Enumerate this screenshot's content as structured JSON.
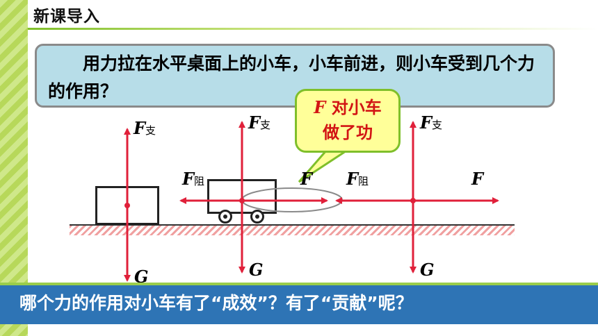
{
  "header": {
    "title": "新课导入"
  },
  "question": {
    "text": "用力拉在水平桌面上的小车，小车前进，则小车受到几个力的作用？"
  },
  "callout": {
    "f": "F",
    "line1_rest": " 对小车",
    "line2": "做了功"
  },
  "diagram": {
    "support_force": {
      "symbol": "F",
      "sub": "支"
    },
    "resistance_force": {
      "symbol": "F",
      "sub": "阻"
    },
    "pull_force": {
      "symbol": "F"
    },
    "gravity": {
      "symbol": "G"
    }
  },
  "footer": {
    "text": "哪个力的作用对小车有了“成效”？有了“贡献”呢？"
  },
  "colors": {
    "arrow": "#e0203a",
    "bar": "#2e74b5",
    "box": "#b7dde8",
    "callout": "#ffff99"
  }
}
